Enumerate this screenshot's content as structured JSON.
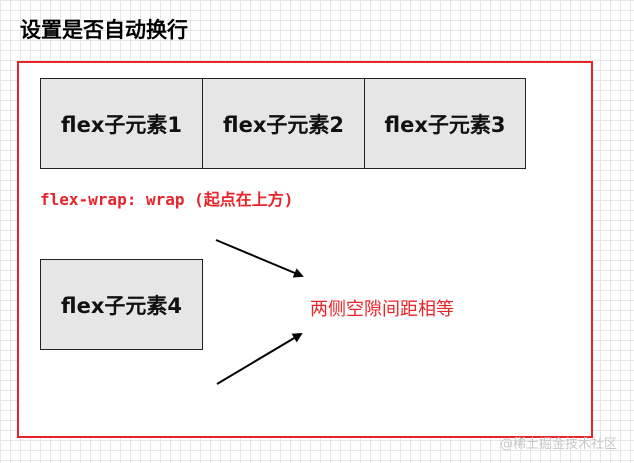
{
  "title": "设置是否自动换行",
  "items": [
    {
      "label": "flex子元素1"
    },
    {
      "label": "flex子元素2"
    },
    {
      "label": "flex子元素3"
    },
    {
      "label": "flex子元素4"
    }
  ],
  "wrap_label": "flex-wrap: wrap (起点在上方)",
  "gap_label": "两侧空隙间距相等",
  "watermark": "@稀土掘金技术社区",
  "colors": {
    "accent": "#e8242b",
    "item_fill": "#e6e6e6",
    "item_border": "#222222",
    "grid": "#e6e6e6"
  }
}
